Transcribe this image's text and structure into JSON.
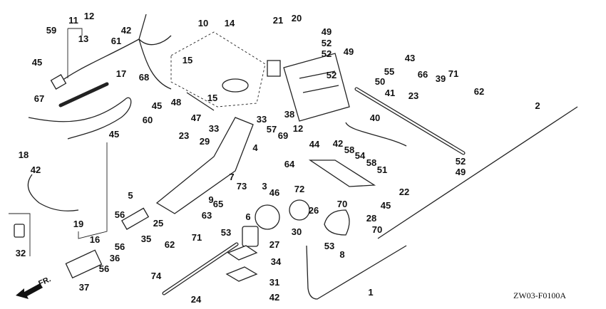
{
  "diagram": {
    "code": "ZW03-F0100A",
    "front_marker": "FR.",
    "part_labels": [
      "11",
      "12",
      "42",
      "10",
      "14",
      "21",
      "20",
      "49",
      "52",
      "52",
      "59",
      "13",
      "61",
      "45",
      "15",
      "15",
      "68",
      "17",
      "67",
      "45",
      "48",
      "47",
      "33",
      "38",
      "60",
      "45",
      "49",
      "43",
      "52",
      "55",
      "50",
      "66",
      "39",
      "71",
      "62",
      "23",
      "41",
      "40",
      "2",
      "12",
      "44",
      "42",
      "33",
      "57",
      "69",
      "23",
      "29",
      "4",
      "18",
      "42",
      "58",
      "54",
      "58",
      "51",
      "52",
      "49",
      "22",
      "7",
      "73",
      "64",
      "3",
      "46",
      "72",
      "9",
      "65",
      "63",
      "6",
      "53",
      "26",
      "70",
      "45",
      "28",
      "70",
      "5",
      "19",
      "16",
      "56",
      "35",
      "25",
      "71",
      "62",
      "56",
      "36",
      "56",
      "37",
      "32",
      "30",
      "27",
      "34",
      "31",
      "42",
      "74",
      "24",
      "53",
      "8",
      "1"
    ]
  }
}
